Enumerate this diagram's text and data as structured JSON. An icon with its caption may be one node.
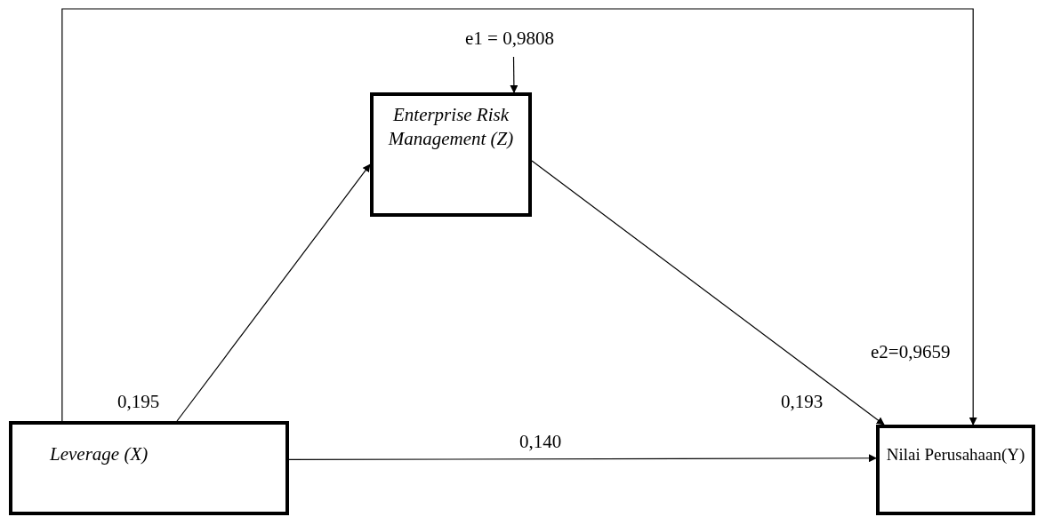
{
  "diagram": {
    "nodes": [
      {
        "text": [
          "Enterprise Risk Management (Z)"
        ]
      },
      {
        "text": [
          "e1 = 0,9808"
        ]
      },
      {
        "text": [
          "Leverage (X)"
        ]
      },
      {
        "text": [
          "Nilai Perusahaan(Y)"
        ]
      }
    ],
    "edges": [
      {
        "from": 1,
        "to": 0,
        "arrow": "to"
      },
      {
        "from": 2,
        "to": 0,
        "arrow": "to",
        "label": "0,195"
      },
      {
        "from": 0,
        "to": 3,
        "arrow": "to",
        "label": "0,193"
      },
      {
        "from": 2,
        "to": 3,
        "arrow": "to",
        "label": "0,140"
      },
      {
        "from": 2,
        "to": 3,
        "arrow": "to",
        "label": "e2=0,9659"
      }
    ]
  }
}
